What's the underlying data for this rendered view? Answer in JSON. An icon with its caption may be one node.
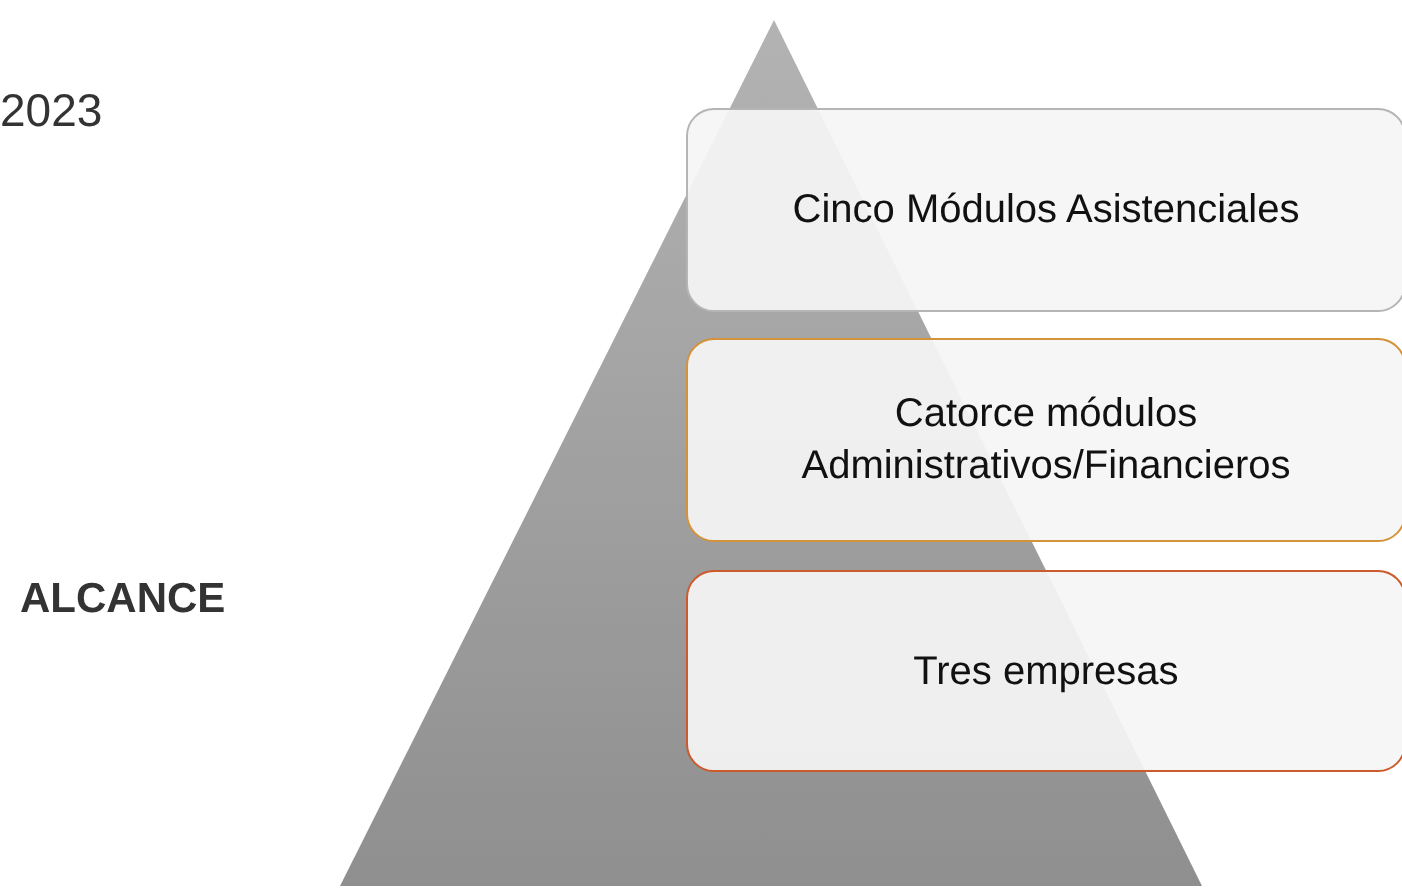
{
  "diagram": {
    "nodes": [
      {
        "text": [
          "Cinco Módulos Asistenciales"
        ]
      },
      {
        "text": [
          "Catorce módulos Administrativos/Financieros"
        ]
      },
      {
        "text": [
          "Tres empresas"
        ]
      }
    ],
    "labels": [
      "2023",
      "ALCANCE"
    ]
  }
}
